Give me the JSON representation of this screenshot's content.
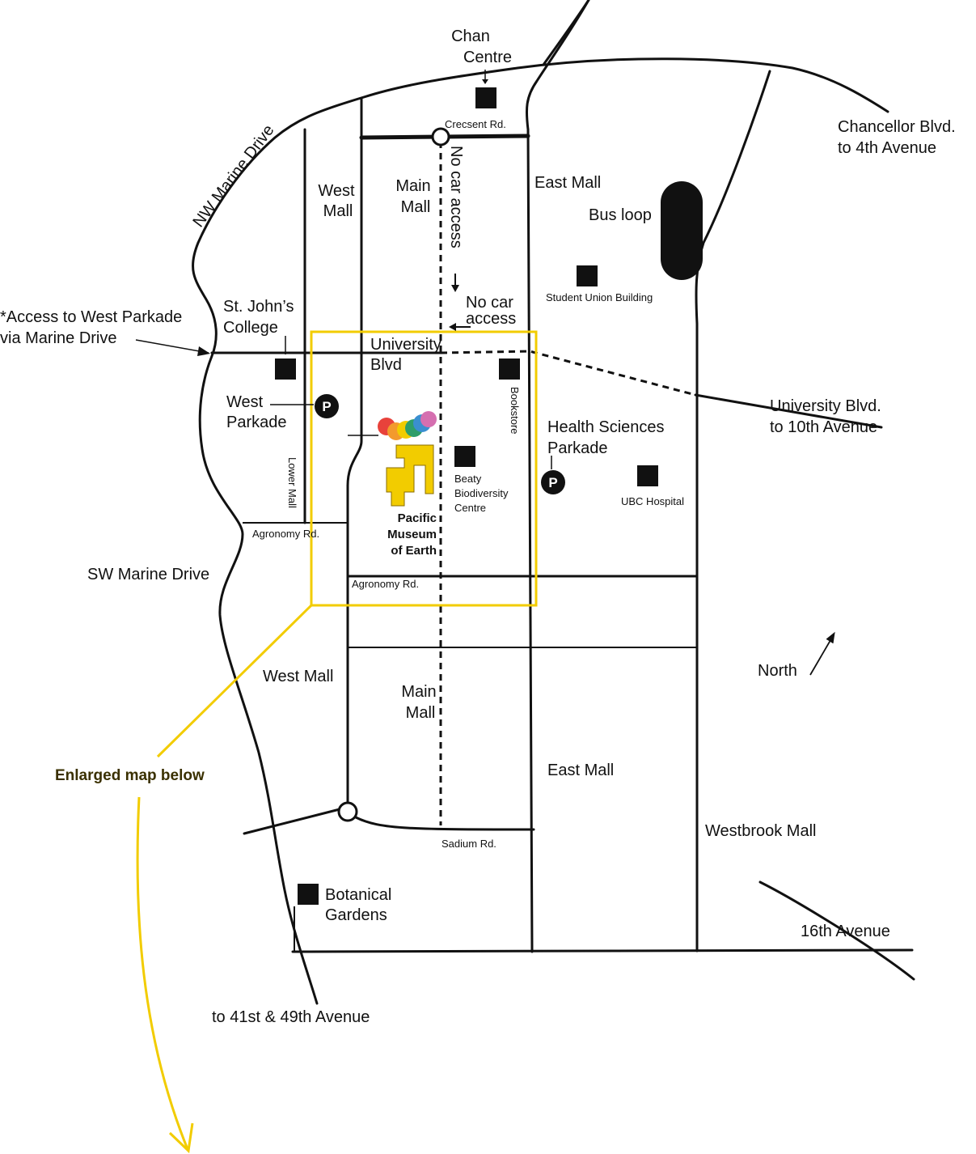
{
  "labels": {
    "chan_centre": [
      "Chan",
      "Centre"
    ],
    "crescent_rd": "Crecsent Rd.",
    "nw_marine": "NW Marine Drive",
    "west_mall_top": [
      "West",
      "Mall"
    ],
    "main_mall_top": [
      "Main",
      "Mall"
    ],
    "no_car_access_vertical": "No car access",
    "east_mall_top": "East Mall",
    "bus_loop": "Bus loop",
    "chancellor": [
      "Chancellor Blvd.",
      "to 4th Avenue"
    ],
    "student_union": "Student Union Building",
    "no_car_access": [
      "No car",
      "access"
    ],
    "access_west_parkade": [
      "*Access to West Parkade",
      "via Marine Drive"
    ],
    "st_johns": [
      "St. John’s",
      "College"
    ],
    "university_blvd": [
      "University",
      "Blvd"
    ],
    "university_blvd_10th": [
      "University Blvd.",
      "to 10th Avenue"
    ],
    "west_parkade": [
      "West",
      "Parkade"
    ],
    "bookstore": "Bookstore",
    "health_sciences": [
      "Health Sciences",
      "Parkade"
    ],
    "beaty": [
      "Beaty",
      "Biodiversity",
      "Centre"
    ],
    "ubc_hospital": "UBC Hospital",
    "lower_mall": "Lower Mall",
    "agronomy_left": "Agronomy Rd.",
    "pacific_museum": [
      "Pacific",
      "Museum",
      "of Earth"
    ],
    "sw_marine": "SW Marine Drive",
    "agronomy_mid": "Agronomy Rd.",
    "north": "North",
    "west_mall_bottom": "West Mall",
    "main_mall_bottom": [
      "Main",
      "Mall"
    ],
    "enlarged": "Enlarged map below",
    "east_mall_bottom": "East Mall",
    "westbrook": "Westbrook Mall",
    "sadium_rd": "Sadium Rd.",
    "botanical": [
      "Botanical",
      "Gardens"
    ],
    "sixteenth": "16th Avenue",
    "to_41st": "to 41st & 49th Avenue",
    "parking_symbol": "P"
  },
  "icons": {
    "parking": "parking-icon",
    "building": "building-icon",
    "north_arrow": "north-arrow-icon",
    "museum_logo": "museum-logo-icon"
  },
  "colors": {
    "highlight": "#f2cc00",
    "road": "#111111",
    "logo": [
      "#e8423b",
      "#f39a2d",
      "#f2cc00",
      "#2e9e6a",
      "#3a8fd0",
      "#d56fb0"
    ]
  }
}
